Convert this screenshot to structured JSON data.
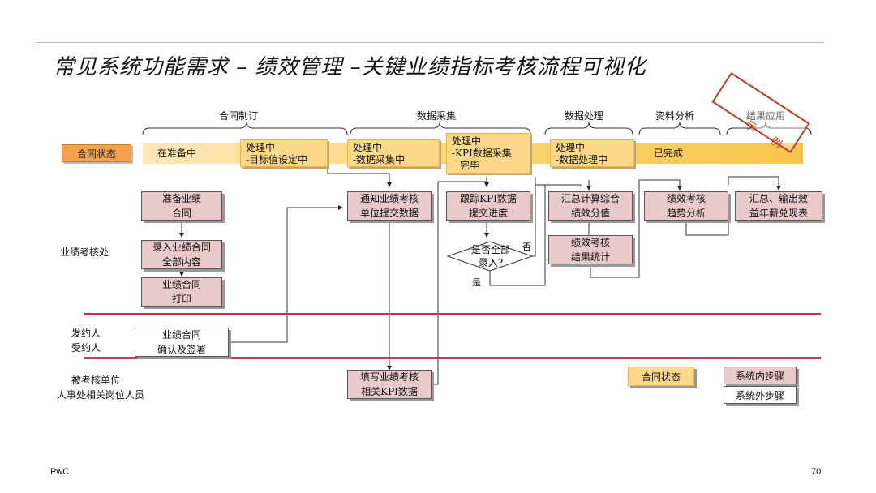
{
  "title": "常见系统功能需求 – 绩效管理 –关键业绩指标考核流程可视化",
  "stages": [
    "合同制订",
    "数据采集",
    "数据处理",
    "资料分析",
    "结果应用"
  ],
  "status_label": "合同状态",
  "status_boxes": [
    {
      "lines": [
        "在准备中"
      ]
    },
    {
      "lines": [
        "处理中",
        "-目标值设定中"
      ]
    },
    {
      "lines": [
        "处理中",
        "-数据采集中"
      ]
    },
    {
      "lines": [
        "处理中",
        "-KPI数据采集",
        "完毕"
      ]
    },
    {
      "lines": [
        "处理中",
        "-数据处理中"
      ]
    },
    {
      "lines": [
        "已完成"
      ]
    }
  ],
  "roles": {
    "kpi_office": "业绩考核处",
    "signer": [
      "发约人",
      "受约人"
    ],
    "assessed": [
      "被考核单位",
      "人事处相关岗位人员"
    ]
  },
  "steps": {
    "prepare_contract": [
      "准备业绩",
      "合同"
    ],
    "enter_contract": [
      "录入业绩合同",
      "全部内容"
    ],
    "print_contract": [
      "业绩合同",
      "打印"
    ],
    "confirm_sign": [
      "业绩合同",
      "确认及签署"
    ],
    "notify_units": [
      "通知业绩考核",
      "单位提交数据"
    ],
    "track_kpi": [
      "跟踪KPI数据",
      "提交进度"
    ],
    "all_entered": [
      "是否全部",
      "录入?"
    ],
    "yes": "是",
    "no": "否",
    "fill_kpi": [
      "填写业绩考核",
      "相关KPI数据"
    ],
    "summarize_score": [
      "汇总计算综合",
      "绩效分值"
    ],
    "result_stats": [
      "绩效考核",
      "结果统计"
    ],
    "trend_analysis": [
      "绩效考核",
      "趋势分析"
    ],
    "output_table": [
      "汇总、输出效",
      "益年薪兑现表"
    ]
  },
  "legend": {
    "status": "合同状态",
    "system_inside": "系统内步骤",
    "system_outside": "系统外步骤"
  },
  "stamp": "示 例",
  "footer": {
    "brand": "PwC",
    "page": "70"
  },
  "colors": {
    "status_fill": "#fcd98a",
    "status_pill": "#f4a24a",
    "step_fill": "#e9c9c9",
    "lane_line": "#c9344d"
  }
}
